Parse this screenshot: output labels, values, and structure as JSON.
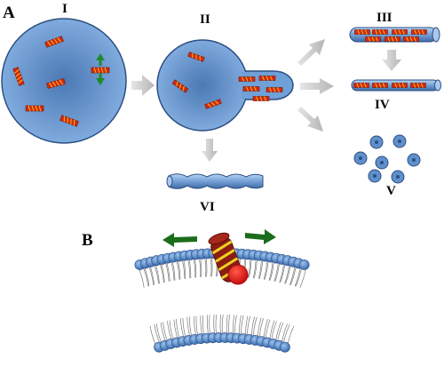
{
  "figure": {
    "panel_a": {
      "label": "A",
      "stage_labels": {
        "i": "I",
        "ii": "II",
        "iii": "III",
        "iv": "IV",
        "v": "V",
        "vi": "VI"
      }
    },
    "panel_b": {
      "label": "B"
    }
  },
  "colors": {
    "vesicle_fill": "#6fa0d8",
    "vesicle_stroke": "#2d4f82",
    "protein_red": "#d42a10",
    "protein_stripe": "#f0c020",
    "arrow_gray": "#c9c9c9",
    "arrow_green": "#1b6d1b",
    "lipid_head": "#4b80c4",
    "lipid_tail": "#7a7a7a",
    "helix_dark": "#8b1c14",
    "helix_ball": "#e01212"
  },
  "icons": {
    "stage_arrow": "gray-arrow-icon",
    "diffusion_arrow": "green-double-arrow-icon",
    "membrane_arrow": "green-arrow-icon"
  }
}
